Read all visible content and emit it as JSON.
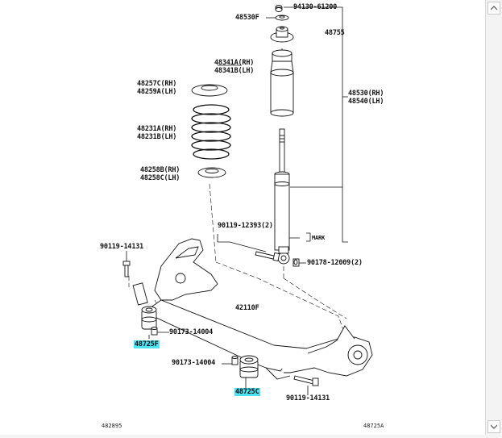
{
  "labels": {
    "l_94130": "94130-61200",
    "l_48530F": "48530F",
    "l_48755": "48755",
    "l_48341A": "48341A(RH)",
    "l_48341B": "48341B(LH)",
    "l_48257C": "48257C(RH)",
    "l_48259A": "48259A(LH)",
    "l_48530RH": "48530(RH)",
    "l_48540LH": "48540(LH)",
    "l_48231A": "48231A(RH)",
    "l_48231B": "48231B(LH)",
    "l_48258B": "48258B(RH)",
    "l_48258C": "48258C(LH)",
    "l_90119_12393": "90119-12393(2)",
    "l_mark": "MARK",
    "l_90119_14131a": "90119-14131",
    "l_90178": "90178-12009(2)",
    "l_42110F": "42110F",
    "l_90173a": "90173-14004",
    "l_48725F": "48725F",
    "l_90173b": "90173-14004",
    "l_48725C": "48725C",
    "l_90119_14131b": "90119-14131"
  },
  "footer": {
    "left": "482895",
    "right": "48725A"
  },
  "colors": {
    "highlight": "#4fe3f2",
    "line": "#111111"
  }
}
